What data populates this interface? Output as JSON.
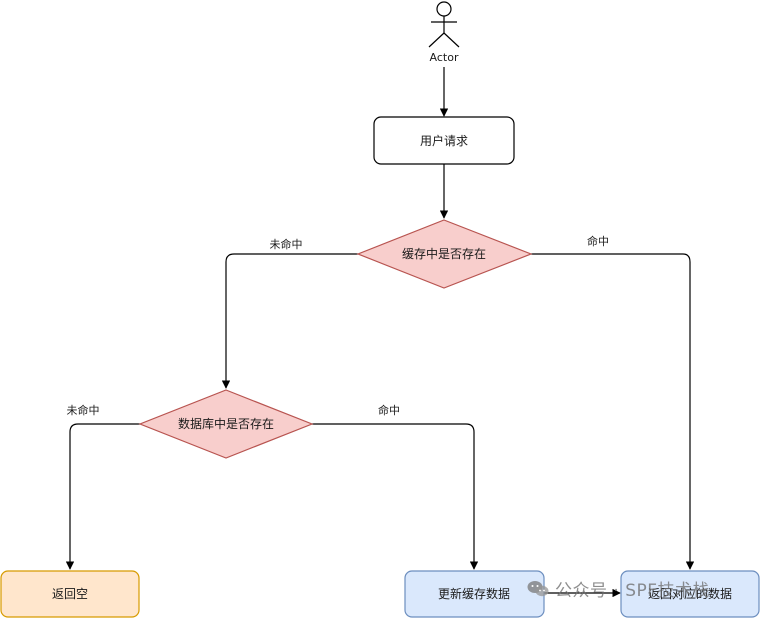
{
  "actor": {
    "label": "Actor"
  },
  "nodes": {
    "user_request": "用户请求",
    "cache_exists": "缓存中是否存在",
    "db_exists": "数据库中是否存在",
    "return_empty": "返回空",
    "update_cache": "更新缓存数据",
    "return_data": "返回对应的数据"
  },
  "edges": {
    "cache_miss": "未命中",
    "cache_hit": "命中",
    "db_miss": "未命中",
    "db_hit": "命中"
  },
  "watermark": {
    "text": "公众号 · SPF技术栈",
    "icon": "wechat-icon"
  },
  "colors": {
    "diamond_fill": "#f8cecc",
    "diamond_stroke": "#b85450",
    "blue_fill": "#dae8fc",
    "blue_stroke": "#6c8ebf",
    "orange_fill": "#ffe6cc",
    "orange_stroke": "#d79b00",
    "line": "#000000"
  }
}
